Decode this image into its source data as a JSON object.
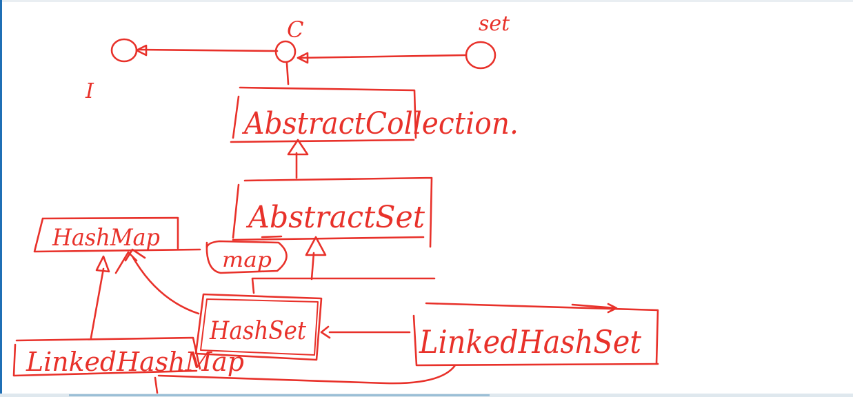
{
  "ink_color": "#e8312a",
  "frame_color": "#1f6fb5",
  "labels": {
    "interface": "I",
    "collection": "C",
    "set": "set",
    "abstract_collection": "AbstractCollection.",
    "abstract_set": "AbstractSet",
    "hash_map": "HashMap",
    "map_field": "map",
    "hash_set": "HashSet",
    "linked_hash_set": "LinkedHashSet",
    "linked_hash_map": "LinkedHashMap"
  }
}
